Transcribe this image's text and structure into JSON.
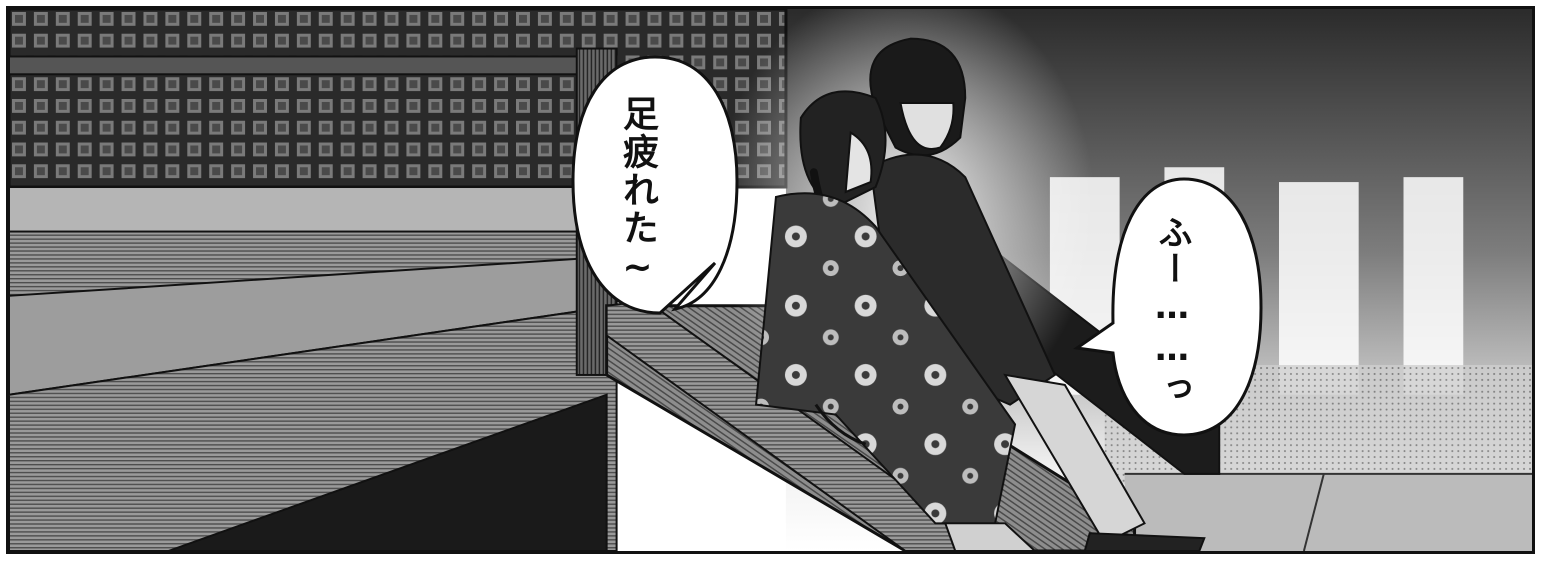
{
  "speech_bubbles": [
    {
      "text": "足疲れた~"
    },
    {
      "text": "ふー……っ"
    }
  ],
  "colors": {
    "ink": "#111111",
    "paper": "#ffffff",
    "mid_gray": "#8a8a8a",
    "dark_gray": "#333333"
  },
  "icons": {
    "scene_image": "manga-panel-couple-sitting-on-temple-steps"
  }
}
